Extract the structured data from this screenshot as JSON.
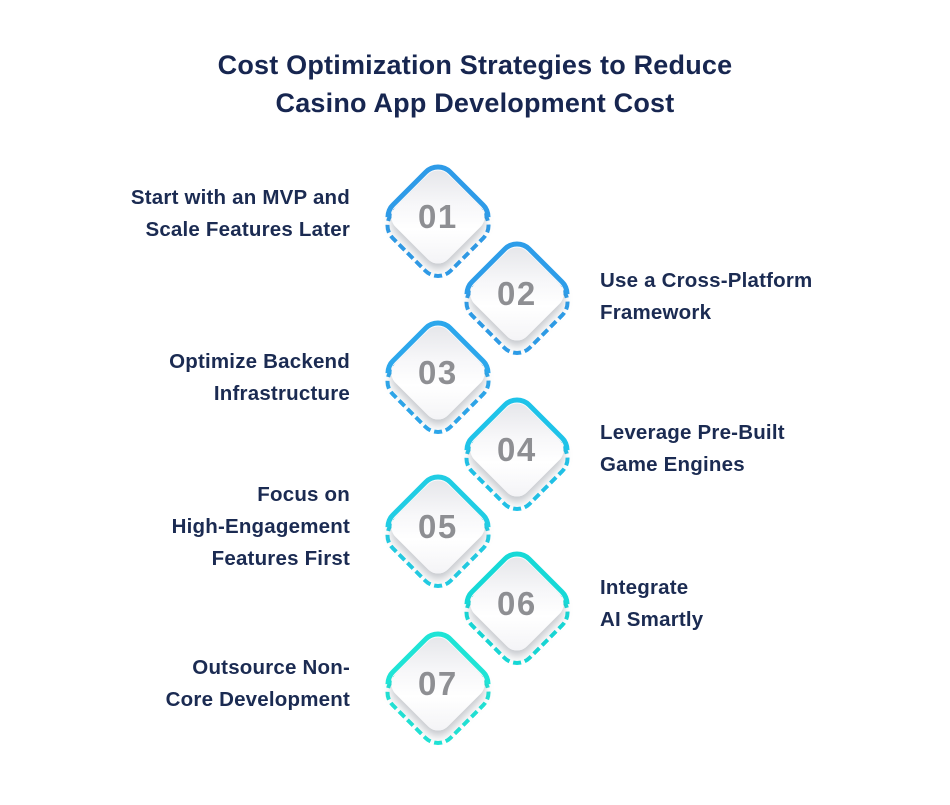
{
  "title": {
    "line1": "Cost Optimization Strategies to Reduce",
    "line2": "Casino App Development Cost"
  },
  "colors": {
    "background": "#FFFFFF",
    "title_text": "#172650",
    "label_text": "#1B2B52",
    "number_text": "#8E8F93"
  },
  "steps": [
    {
      "number": "01",
      "color": "#2E9BE8",
      "side": "left",
      "label": "Start with an MVP and Scale Features Later",
      "lines": [
        "Start with an MVP and",
        "Scale Features Later"
      ]
    },
    {
      "number": "02",
      "color": "#2D9DE9",
      "side": "right",
      "label": "Use a Cross-Platform Framework",
      "lines": [
        "Use a Cross-Platform",
        "Framework"
      ]
    },
    {
      "number": "03",
      "color": "#2CA7EC",
      "side": "left",
      "label": "Optimize Backend Infrastructure",
      "lines": [
        "Optimize Backend",
        "Infrastructure"
      ]
    },
    {
      "number": "04",
      "color": "#1FC3E9",
      "side": "right",
      "label": "Leverage Pre-Built Game Engines",
      "lines": [
        "Leverage Pre-Built",
        "Game Engines"
      ]
    },
    {
      "number": "05",
      "color": "#21CDE4",
      "side": "left",
      "label": "Focus on High-Engagement Features First",
      "lines": [
        "Focus on",
        "High-Engagement",
        "Features First"
      ]
    },
    {
      "number": "06",
      "color": "#16D9D7",
      "side": "right",
      "label": "Integrate AI Smartly",
      "lines": [
        "Integrate",
        "AI Smartly"
      ]
    },
    {
      "number": "07",
      "color": "#1FE4D6",
      "side": "left",
      "label": "Outsource Non-Core Development",
      "lines": [
        "Outsource Non-",
        "Core Development"
      ]
    }
  ]
}
